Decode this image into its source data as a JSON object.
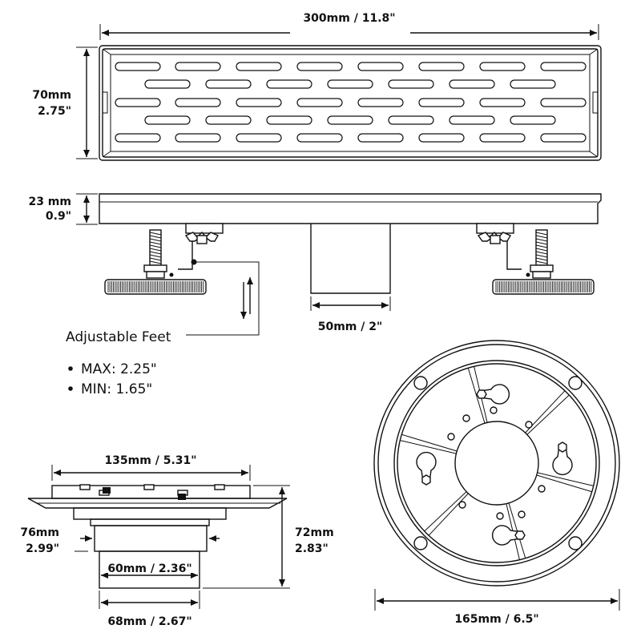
{
  "top_view": {
    "width_label": "300mm / 11.8\"",
    "height_label_mm": "70mm",
    "height_label_in": "2.75\""
  },
  "side_view": {
    "height_label_mm": "23 mm",
    "height_label_in": "0.9\"",
    "outlet_width_label": "50mm /  2\""
  },
  "feet": {
    "title": "Adjustable Feet",
    "items": [
      "MAX: 2.25\"",
      "MIN: 1.65\""
    ]
  },
  "outlet_view": {
    "top_width_label": "135mm / 5.31\"",
    "height_left_mm": "76mm",
    "height_left_in": "2.99\"",
    "height_right_mm": "72mm",
    "height_right_in": "2.83\"",
    "inner_width_label": "60mm / 2.36\"",
    "outer_width_label": "68mm / 2.67\""
  },
  "round_view": {
    "diameter_label": "165mm / 6.5\""
  }
}
